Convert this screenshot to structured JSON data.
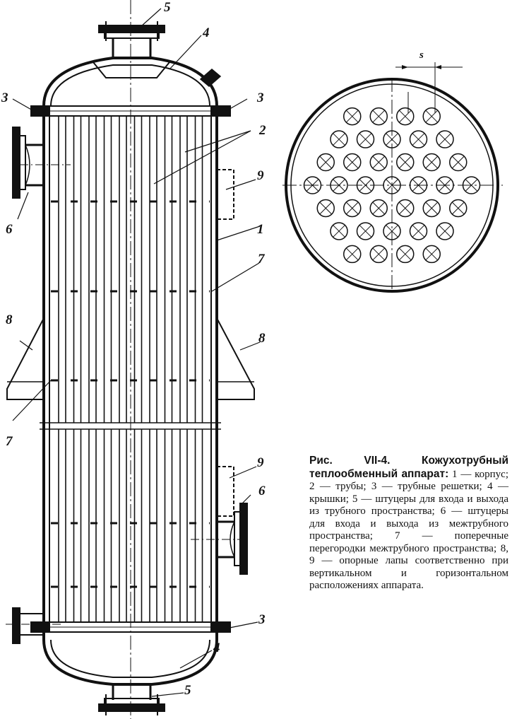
{
  "labels": {
    "l1": "1",
    "l2": "2",
    "l3a": "3",
    "l3b": "3",
    "l3c": "3",
    "l4a": "4",
    "l4b": "4",
    "l5a": "5",
    "l5b": "5",
    "l6a": "6",
    "l6b": "6",
    "l7a": "7",
    "l7b": "7",
    "l8a": "8",
    "l8b": "8",
    "l9a": "9",
    "l9b": "9",
    "pitch": "s"
  },
  "caption": {
    "title": "Рис. VII-4. Кожухотрубный теплообменный аппарат:",
    "body": "1 — корпус; 2 — трубы; 3 — трубные решетки; 4 — крышки; 5 — штуцеры для входа и выхода из трубного пространства; 6 — штуцеры для входа и выхода из межтрубного пространства; 7 — поперечные перегородки межтрубного пространства; 8, 9 — опорные лапы соответственно при вертикальном и горизонтальном расположениях аппарата."
  },
  "colors": {
    "ink": "#111111",
    "paper": "#ffffff"
  }
}
